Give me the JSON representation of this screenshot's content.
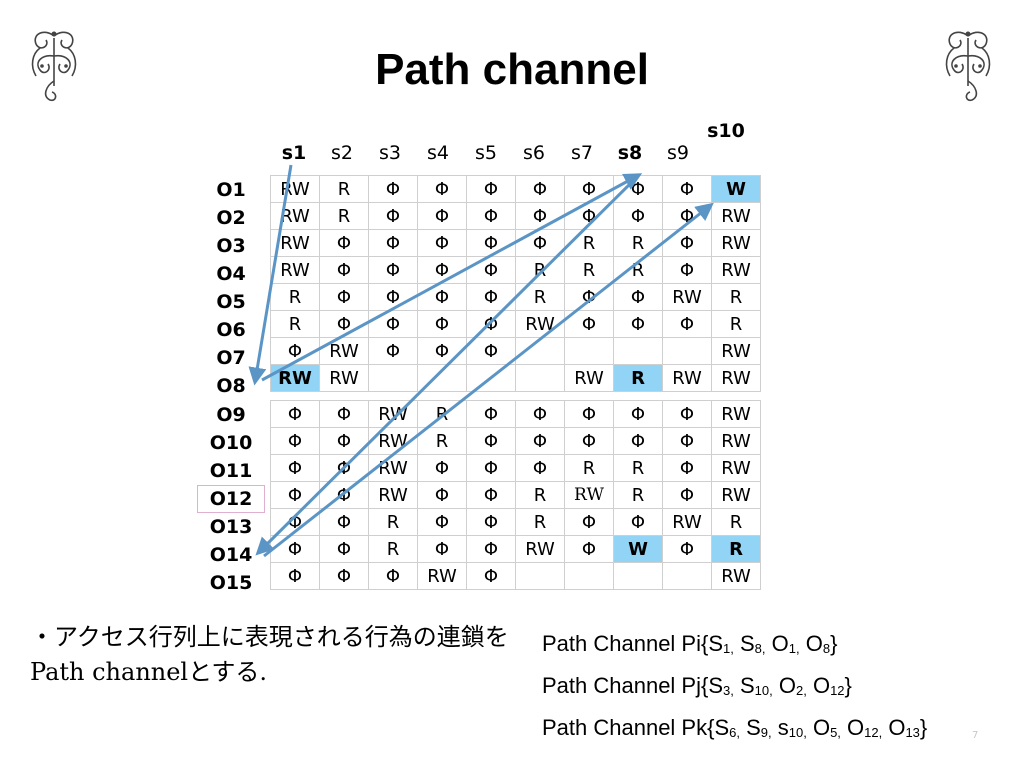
{
  "title": "Path channel",
  "columns": [
    "s1",
    "s2",
    "s3",
    "s4",
    "s5",
    "s6",
    "s7",
    "s8",
    "s9",
    "s10"
  ],
  "bold_columns": [
    "s1",
    "s8",
    "s10"
  ],
  "rows": [
    {
      "label": "O1",
      "cells": [
        "RW",
        "R",
        "Φ",
        "Φ",
        "Φ",
        "Φ",
        "Φ",
        "Φ",
        "Φ",
        "W"
      ]
    },
    {
      "label": "O2",
      "cells": [
        "RW",
        "R",
        "Φ",
        "Φ",
        "Φ",
        "Φ",
        "Φ",
        "Φ",
        "Φ",
        "RW"
      ]
    },
    {
      "label": "O3",
      "cells": [
        "RW",
        "Φ",
        "Φ",
        "Φ",
        "Φ",
        "Φ",
        "R",
        "R",
        "Φ",
        "RW"
      ]
    },
    {
      "label": "O4",
      "cells": [
        "RW",
        "Φ",
        "Φ",
        "Φ",
        "Φ",
        "R",
        "R",
        "R",
        "Φ",
        "RW"
      ]
    },
    {
      "label": "O5",
      "cells": [
        "R",
        "Φ",
        "Φ",
        "Φ",
        "Φ",
        "R",
        "Φ",
        "Φ",
        "RW",
        "R"
      ]
    },
    {
      "label": "O6",
      "cells": [
        "R",
        "Φ",
        "Φ",
        "Φ",
        "Φ",
        "RW",
        "Φ",
        "Φ",
        "Φ",
        "R"
      ]
    },
    {
      "label": "O7",
      "cells": [
        "Φ",
        "RW",
        "Φ",
        "Φ",
        "Φ",
        "",
        "",
        "",
        "",
        "RW"
      ]
    },
    {
      "label": "O8",
      "cells": [
        "RW",
        "RW",
        "",
        "",
        "",
        "",
        "RW",
        "R",
        "RW",
        "RW"
      ]
    },
    {
      "label": "O9",
      "cells": [
        "Φ",
        "Φ",
        "RW",
        "R",
        "Φ",
        "Φ",
        "Φ",
        "Φ",
        "Φ",
        "RW"
      ]
    },
    {
      "label": "O10",
      "cells": [
        "Φ",
        "Φ",
        "RW",
        "R",
        "Φ",
        "Φ",
        "Φ",
        "Φ",
        "Φ",
        "RW"
      ]
    },
    {
      "label": "O11",
      "cells": [
        "Φ",
        "Φ",
        "RW",
        "Φ",
        "Φ",
        "Φ",
        "R",
        "R",
        "Φ",
        "RW"
      ]
    },
    {
      "label": "O12",
      "cells": [
        "Φ",
        "Φ",
        "RW",
        "Φ",
        "Φ",
        "R",
        "RW",
        "R",
        "Φ",
        "RW"
      ]
    },
    {
      "label": "O13",
      "cells": [
        "Φ",
        "Φ",
        "R",
        "Φ",
        "Φ",
        "R",
        "Φ",
        "Φ",
        "RW",
        "R"
      ]
    },
    {
      "label": "O14",
      "cells": [
        "Φ",
        "Φ",
        "R",
        "Φ",
        "Φ",
        "RW",
        "Φ",
        "W",
        "Φ",
        "R"
      ]
    },
    {
      "label": "O15",
      "cells": [
        "Φ",
        "Φ",
        "Φ",
        "RW",
        "Φ",
        "",
        "",
        "",
        "",
        "RW"
      ]
    }
  ],
  "highlight_color": "#92d4f5",
  "arrow_color": "#5b95c6",
  "note": "・アクセス行列上に表現される行為の連鎖をPath channelとする.",
  "channels": {
    "pi": {
      "prefix": "Path Channel P",
      "sub": "i",
      "open": "{S",
      "s1": "1,",
      "mid1": " S",
      "s2": "8,",
      "mid2": " O",
      "s3": "1,",
      "mid3": " O",
      "s4": "8",
      "close": "}"
    },
    "pj": {
      "prefix": "Path Channel P",
      "sub": "j",
      "open": "{S",
      "s1": "3,",
      "mid1": " S",
      "s2": "10,",
      "mid2": " O",
      "s3": "2,",
      "mid3": " O",
      "s4": "12",
      "close": "}"
    },
    "pk": {
      "prefix": "Path Channel P",
      "sub": "k",
      "open": "{S",
      "s1": "6,",
      "mid1": " S",
      "s2": "9,",
      "mid2": " s",
      "s3": "10,",
      "mid3": " O",
      "s4": "5,",
      "mid4": " O",
      "s5": "12,",
      "mid5": " O",
      "s6": "13",
      "close": "}"
    }
  },
  "page_number": "7"
}
